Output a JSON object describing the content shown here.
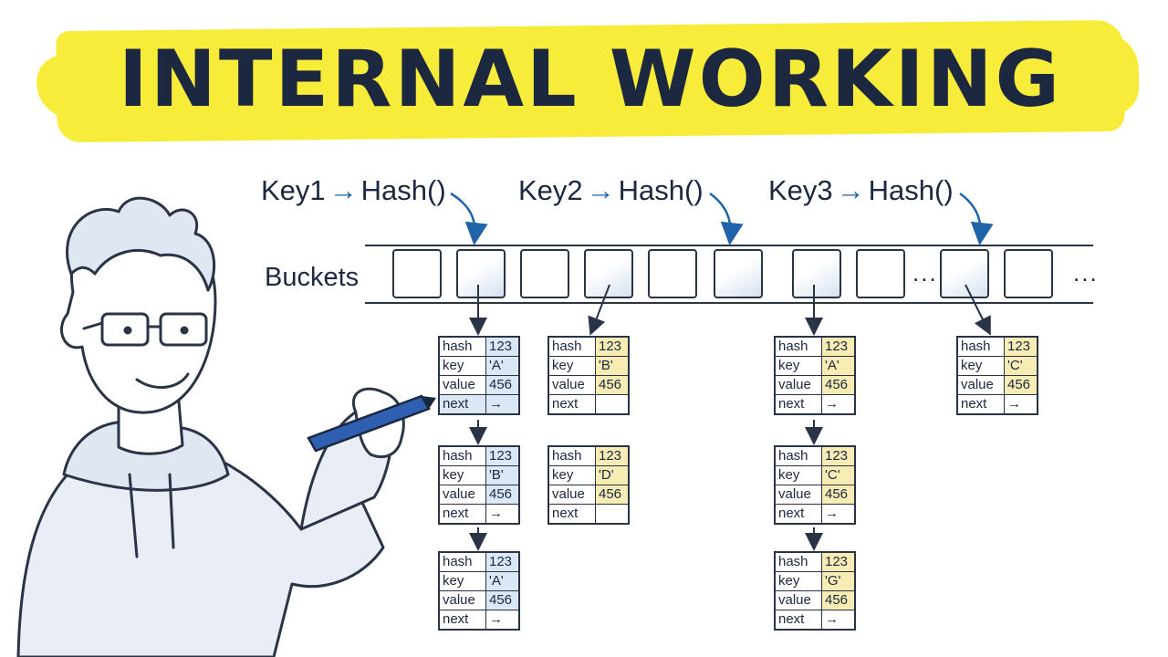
{
  "title": "INTERNAL WORKING",
  "hash_calls": [
    {
      "key": "Key1",
      "arrow": "→",
      "fn": "Hash()"
    },
    {
      "key": "Key2",
      "arrow": "→",
      "fn": "Hash()"
    },
    {
      "key": "Key3",
      "arrow": "→",
      "fn": "Hash()"
    }
  ],
  "buckets_label": "Buckets",
  "ellipsis": "...",
  "field_labels": {
    "hash": "hash",
    "key": "key",
    "value": "value",
    "next": "next"
  },
  "next_arrow": "→",
  "chains": [
    {
      "color": "blue",
      "nodes": [
        {
          "hash": "123",
          "key": "'A'",
          "value": "456",
          "next": "→"
        },
        {
          "hash": "123",
          "key": "'B'",
          "value": "456",
          "next": "→"
        },
        {
          "hash": "123",
          "key": "'A'",
          "value": "456",
          "next": "→"
        }
      ]
    },
    {
      "color": "yellow",
      "nodes": [
        {
          "hash": "123",
          "key": "'B'",
          "value": "456",
          "next": ""
        },
        {
          "hash": "123",
          "key": "'D'",
          "value": "456",
          "next": ""
        }
      ]
    },
    {
      "color": "yellow",
      "nodes": [
        {
          "hash": "123",
          "key": "'A'",
          "value": "456",
          "next": "→"
        },
        {
          "hash": "123",
          "key": "'C'",
          "value": "456",
          "next": "→"
        },
        {
          "hash": "123",
          "key": "'G'",
          "value": "456",
          "next": "→"
        }
      ]
    },
    {
      "color": "yellow",
      "nodes": [
        {
          "hash": "123",
          "key": "'C'",
          "value": "456",
          "next": "→"
        }
      ]
    }
  ],
  "colors": {
    "highlight": "#f7ec3a",
    "ink": "#1c2740",
    "accent_blue": "#1f63a8",
    "blue_fill": "#dbe7f4",
    "yellow_fill": "#f7edb4"
  }
}
